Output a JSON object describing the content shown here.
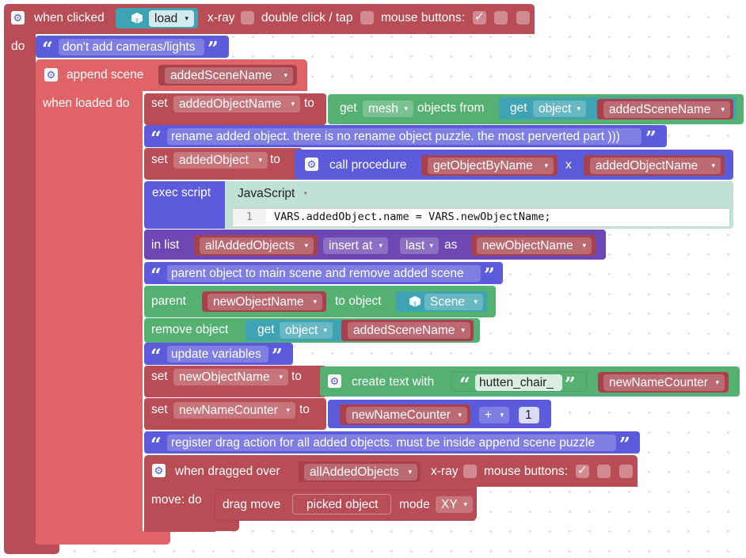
{
  "colors": {
    "event_block": "#b84d55",
    "comment_block": "#5b5bdc",
    "mesh_block": "#55b172",
    "variable_field": "#a8414b",
    "list_block": "#6d48b4",
    "math_block": "#5b5bdc"
  },
  "event": {
    "when_clicked": "when clicked",
    "object_field": "load",
    "xray": "x-ray",
    "double_click": "double click / tap",
    "mouse_buttons": "mouse buttons:",
    "check_mark": "✓"
  },
  "do_label": "do",
  "comments": {
    "c1": "don't add cameras/lights",
    "c2": "rename added object. there is no rename object puzzle. the most perverted part )))",
    "c3": "parent object to main scene and remove added scene",
    "c4": "update variables",
    "c5": "register drag action for all added objects. must be inside append scene puzzle"
  },
  "quote_open": "“",
  "quote_close": "”",
  "append_scene": {
    "label": "append scene",
    "var": "addedSceneName",
    "when_loaded": "when loaded do"
  },
  "set1": {
    "set": "set",
    "var": "addedObjectName",
    "to": "to",
    "get": "get",
    "mesh": "mesh",
    "objects_from": "objects from",
    "get2": "get",
    "object": "object",
    "scene_var": "addedSceneName"
  },
  "set2": {
    "set": "set",
    "var": "addedObject",
    "to": "to",
    "call": "call procedure",
    "proc": "getObjectByName",
    "x": "x",
    "arg": "addedObjectName"
  },
  "exec": {
    "label": "exec script",
    "lang": "JavaScript",
    "line_no": "1",
    "code": "VARS.addedObject.name = VARS.newObjectName;"
  },
  "inlist": {
    "in_list": "in list",
    "list_var": "allAddedObjects",
    "insert_at": "insert at",
    "last": "last",
    "as": "as",
    "value": "newObjectName"
  },
  "parent": {
    "parent": "parent",
    "var": "newObjectName",
    "to_object": "to object",
    "scene": "Scene"
  },
  "remove": {
    "label": "remove object",
    "get": "get",
    "object": "object",
    "var": "addedSceneName"
  },
  "set3": {
    "set": "set",
    "var": "newObjectName",
    "to": "to",
    "create_text": "create text with",
    "text": "hutten_chair_",
    "var2": "newNameCounter"
  },
  "set4": {
    "set": "set",
    "var": "newNameCounter",
    "to": "to",
    "var2": "newNameCounter",
    "op": "+",
    "num": "1"
  },
  "drag": {
    "when_dragged": "when dragged over",
    "var": "allAddedObjects",
    "xray": "x-ray",
    "mouse_buttons": "mouse buttons:",
    "check_mark": "✓",
    "move_do": "move: do",
    "drag_move": "drag move",
    "picked": "picked object",
    "mode": "mode",
    "axes": "XY"
  },
  "caret": "▾",
  "gear_glyph": "⚙",
  "icons": [
    "gear-icon",
    "cube-icon",
    "quote-icon",
    "checkbox-icon",
    "dropdown-caret-icon"
  ]
}
